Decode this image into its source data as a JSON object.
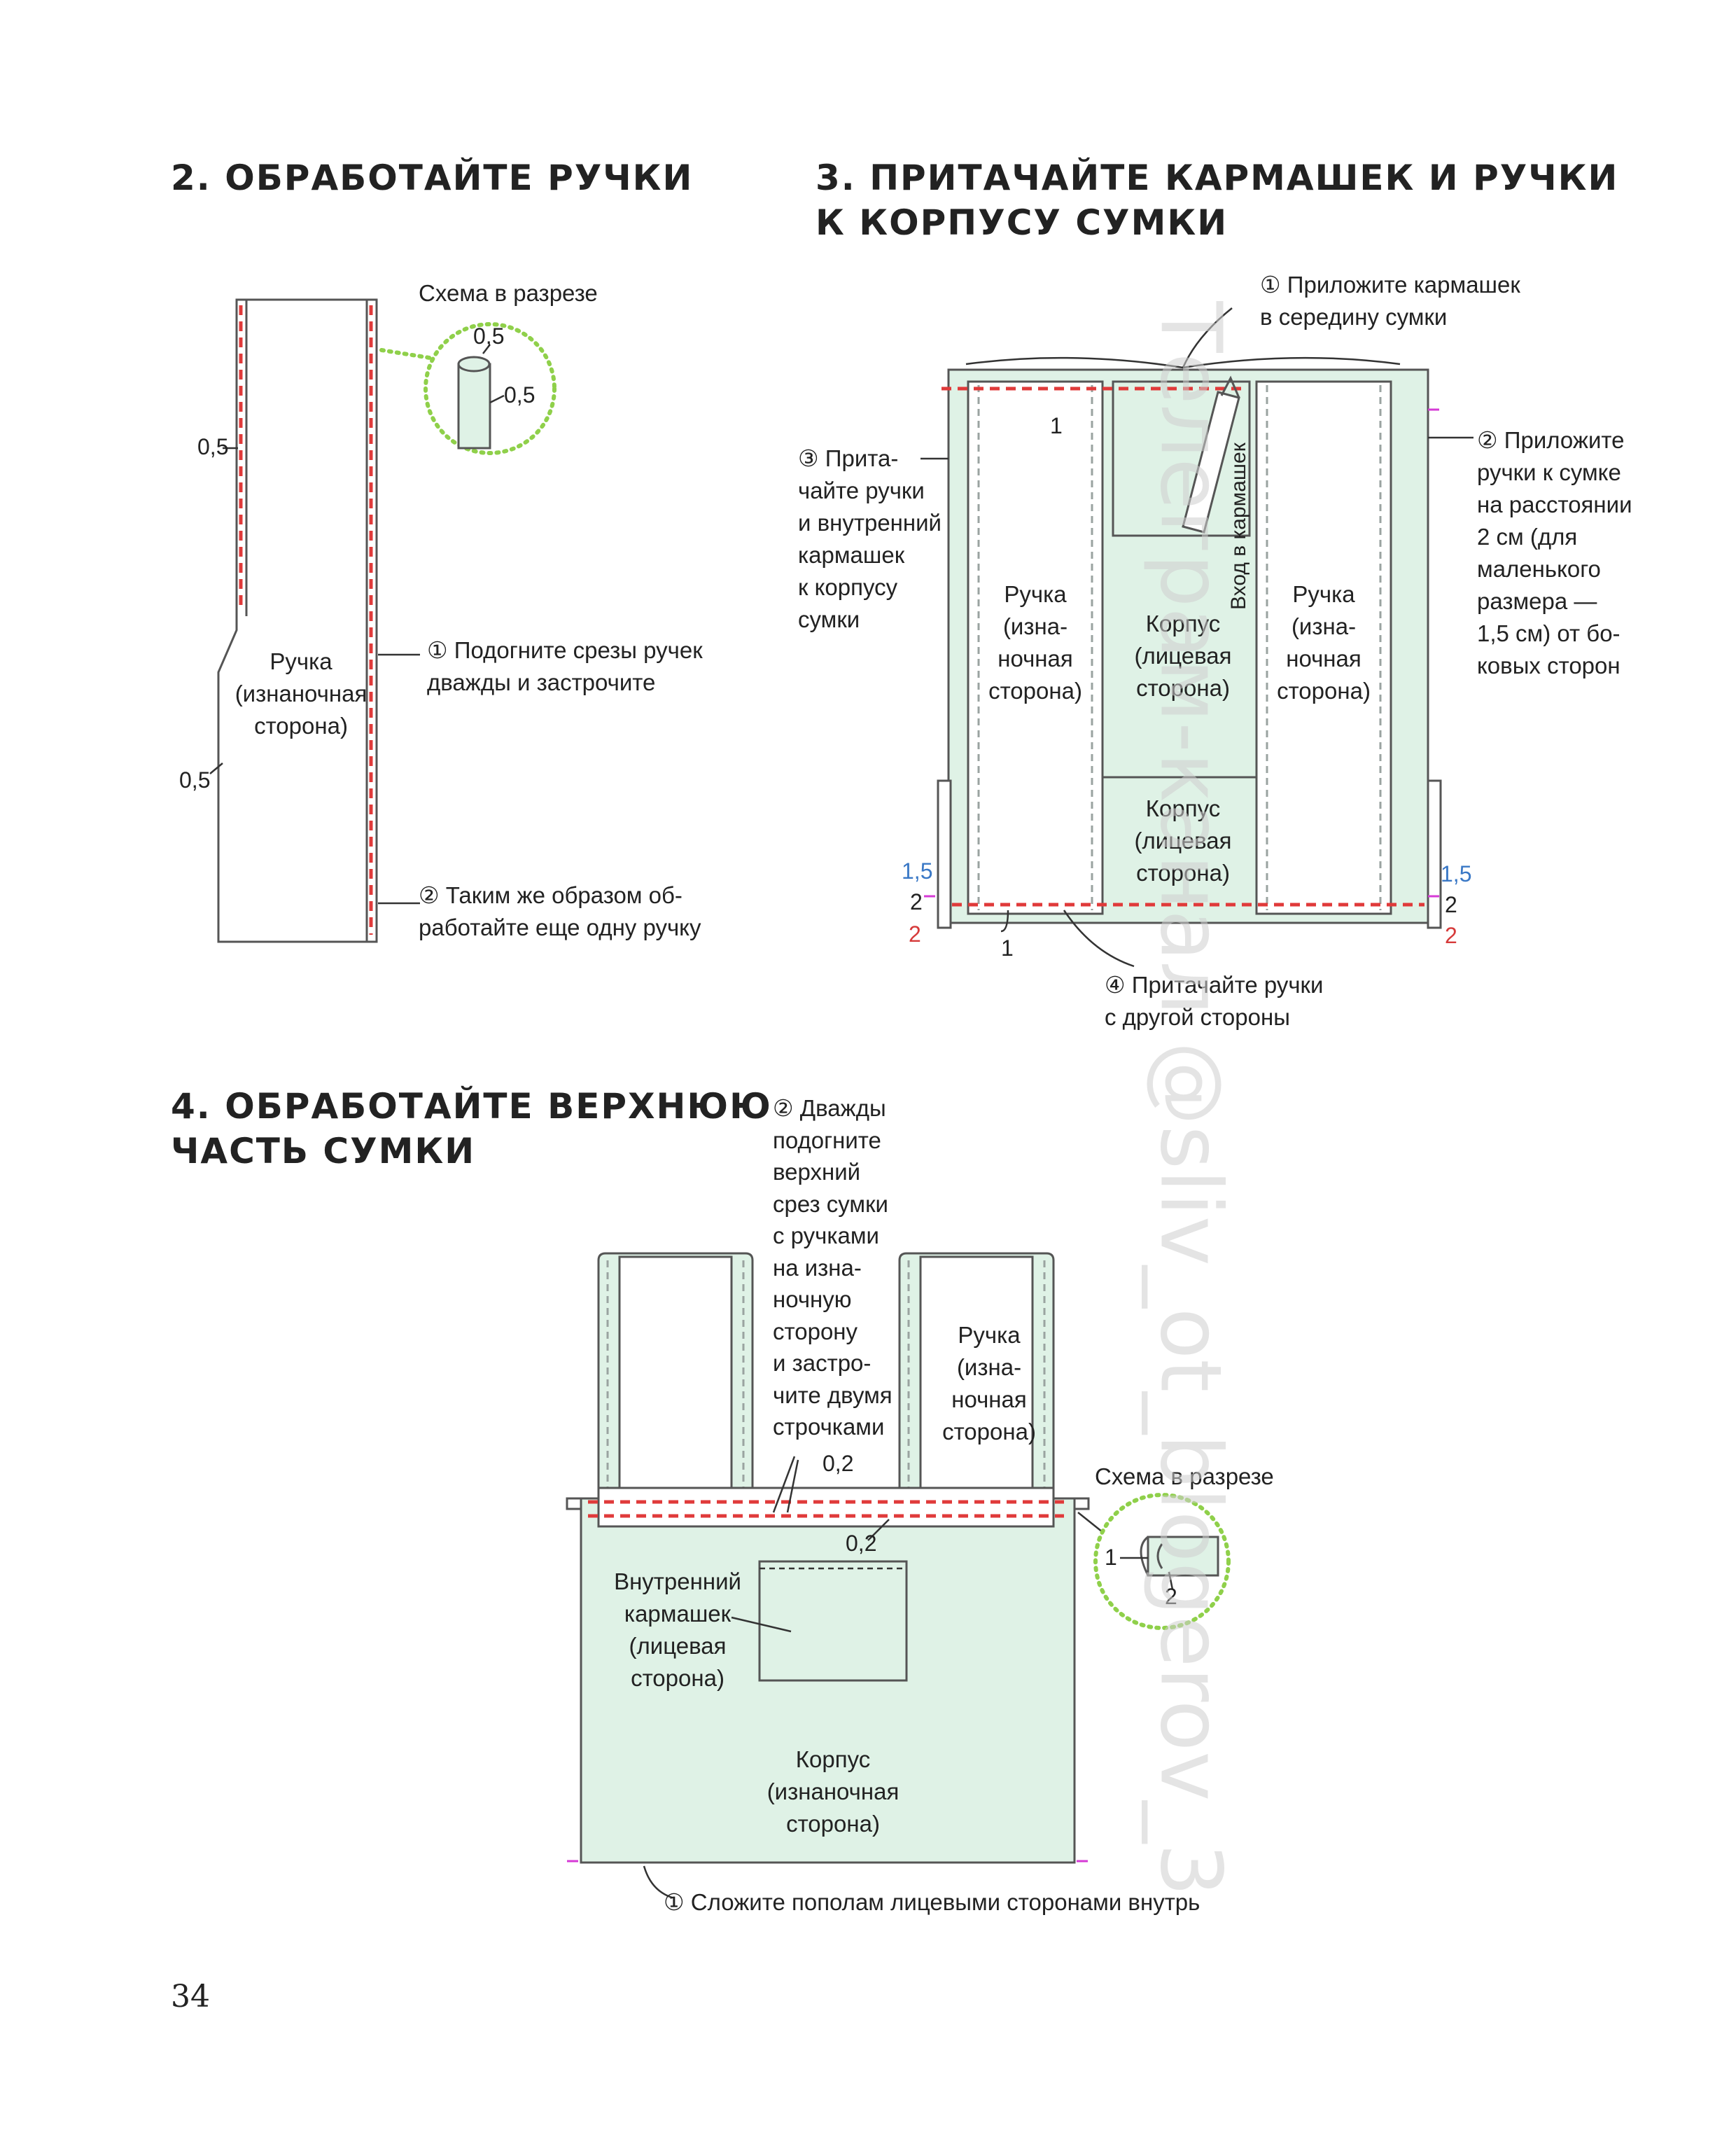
{
  "headings": {
    "s2": "2. ОБРАБОТАЙТЕ РУЧКИ",
    "s3_line1": "3. ПРИТАЧАЙТЕ КАРМАШЕК И РУЧКИ",
    "s3_line2": "К КОРПУСУ СУМКИ",
    "s4_line1": "4. ОБРАБОТАЙТЕ ВЕРХНЮЮ",
    "s4_line2": "ЧАСТЬ СУМКИ"
  },
  "s2": {
    "section_title": "Схема в разрезе",
    "m_top": "0,5",
    "m_side": "0,5",
    "m_left_upper": "0,5",
    "m_left_lower": "0,5",
    "handle": [
      "Ручка",
      "(изнаночная",
      "сторона)"
    ],
    "step1": [
      "① Подогните срезы ручек",
      "дважды и застрочите"
    ],
    "step2": [
      "② Таким же образом об-",
      "работайте еще одну ручку"
    ]
  },
  "s3": {
    "step1": [
      "① Приложите кармашек",
      "в середину сумки"
    ],
    "step2": [
      "② Приложите",
      "ручки к сумке",
      "на расстоянии",
      "2 см (для",
      "маленького",
      "размера —",
      "1,5 см) от бо-",
      "ковых сторон"
    ],
    "step3": [
      "③ Прита-",
      "чайте ручки",
      "и внутренний",
      "кармашек",
      "к корпусу",
      "сумки"
    ],
    "step4": [
      "④ Притачайте ручки",
      "с другой стороны"
    ],
    "handle_left": [
      "Ручка",
      "(изна-",
      "ночная",
      "сторона)"
    ],
    "handle_right": [
      "Ручка",
      "(изна-",
      "ночная",
      "сторона)"
    ],
    "body_upper": [
      "Корпус",
      "(лицевая",
      "сторона)"
    ],
    "body_lower": [
      "Корпус",
      "(лицевая",
      "сторона)"
    ],
    "pocket_entry": "Вход в кармашек",
    "m_top_1": "1",
    "m_bottom_1": "1",
    "m_left_15": "1,5",
    "m_left_2": "2",
    "m_left_2red": "2",
    "m_right_15": "1,5",
    "m_right_2": "2",
    "m_right_2red": "2"
  },
  "s4": {
    "step2": [
      "② Дважды",
      "подогните",
      "верхний",
      "срез сумки",
      "с ручками",
      "на изна-",
      "ночную",
      "сторону",
      "и застро-",
      "чите двумя",
      "строчками"
    ],
    "step1": "① Сложите пополам лицевыми сторонами внутрь",
    "section_title": "Схема в разрезе",
    "handle": [
      "Ручка",
      "(изна-",
      "ночная",
      "сторона)"
    ],
    "pocket": [
      "Внутренний",
      "кармашек",
      "(лицевая",
      "сторона)"
    ],
    "body": [
      "Корпус",
      "(изнаночная",
      "сторона)"
    ],
    "m_02a": "0,2",
    "m_02b": "0,2",
    "m_1": "1",
    "m_2": "2"
  },
  "page_number": "34",
  "watermark": "Телеграм-канал @sliv_ot_blogerov_3",
  "colors": {
    "fill": "#dff2e6",
    "outline": "#555555",
    "stitch_red": "#e03a3a",
    "stitch_gray": "#9aa3a0",
    "circle_green": "#8fd04a",
    "blue": "#3a78c6",
    "magenta": "#d63ad6"
  }
}
